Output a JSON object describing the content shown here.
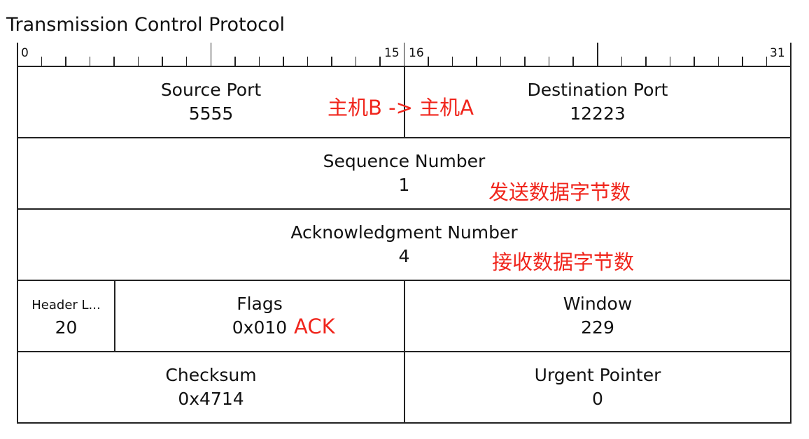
{
  "title": "Transmission Control Protocol",
  "bit_labels": {
    "bit0": "0",
    "bit15": "15",
    "bit16": "16",
    "bit31": "31"
  },
  "fields": {
    "source_port": {
      "name": "Source Port",
      "value": "5555"
    },
    "destination_port": {
      "name": "Destination Port",
      "value": "12223"
    },
    "sequence_number": {
      "name": "Sequence Number",
      "value": "1"
    },
    "acknowledgment_number": {
      "name": "Acknowledgment Number",
      "value": "4"
    },
    "header_length": {
      "name": "Header L...",
      "value": "20"
    },
    "flags": {
      "name": "Flags",
      "value": "0x010"
    },
    "window": {
      "name": "Window",
      "value": "229"
    },
    "checksum": {
      "name": "Checksum",
      "value": "0x4714"
    },
    "urgent_pointer": {
      "name": "Urgent Pointer",
      "value": "0"
    }
  },
  "annotations": {
    "direction": "主机B -> 主机A",
    "seq_note": "发送数据字节数",
    "ack_note": "接收数据字节数",
    "flag_note": "ACK"
  },
  "colors": {
    "annotation": "#f0251c",
    "line": "#222222"
  }
}
